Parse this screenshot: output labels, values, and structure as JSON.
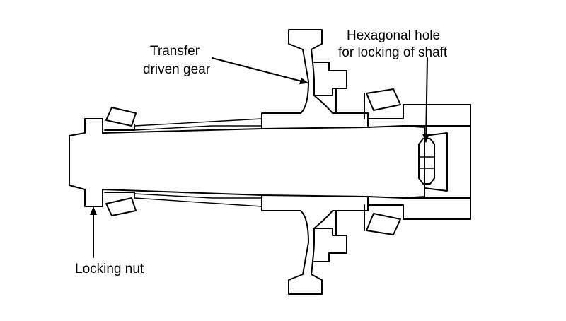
{
  "labels": {
    "transfer_gear_line1": "Transfer",
    "transfer_gear_line2": "driven gear",
    "hex_hole_line1": "Hexagonal hole",
    "hex_hole_line2": "for locking of shaft",
    "locking_nut": "Locking nut"
  },
  "colors": {
    "ink": "#000000",
    "background": "#ffffff"
  }
}
